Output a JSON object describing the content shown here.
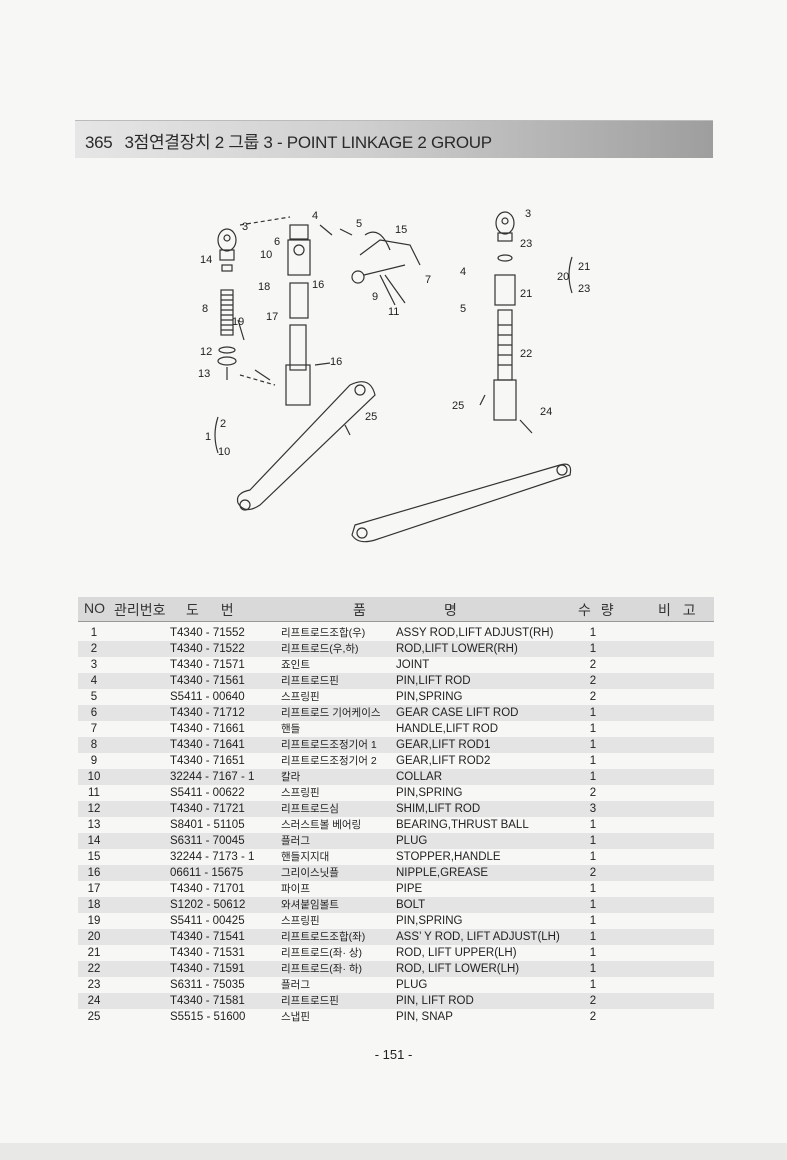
{
  "header": {
    "number": "365",
    "title": "3점연결장치 2 그룹 3 - POINT LINKAGE 2 GROUP"
  },
  "diagram": {
    "callouts": [
      "3",
      "14",
      "8",
      "19",
      "12",
      "13",
      "2",
      "1",
      "10",
      "6",
      "10",
      "18",
      "17",
      "16",
      "4",
      "5",
      "15",
      "7",
      "9",
      "11",
      "16",
      "25",
      "3",
      "23",
      "4",
      "5",
      "21",
      "22",
      "25",
      "24",
      "20",
      "21",
      "23"
    ]
  },
  "table": {
    "headers": {
      "no": "NO",
      "mgmt": "관리번호",
      "drawing": "도  번",
      "name_kr": "품",
      "name_en": "명",
      "qty": "수 량",
      "remark": "비 고"
    },
    "rows": [
      {
        "no": "1",
        "code": "T4340 - 71552",
        "kr": "리프트로드조합(우)",
        "en": "ASSY ROD,LIFT ADJUST(RH)",
        "qty": "1"
      },
      {
        "no": "2",
        "code": "T4340 - 71522",
        "kr": "리프트로드(우,하)",
        "en": "ROD,LIFT LOWER(RH)",
        "qty": "1"
      },
      {
        "no": "3",
        "code": "T4340 - 71571",
        "kr": "죠인트",
        "en": "JOINT",
        "qty": "2"
      },
      {
        "no": "4",
        "code": "T4340 - 71561",
        "kr": "리프트로드핀",
        "en": "PIN,LIFT ROD",
        "qty": "2"
      },
      {
        "no": "5",
        "code": "S5411 - 00640",
        "kr": "스프링핀",
        "en": "PIN,SPRING",
        "qty": "2"
      },
      {
        "no": "6",
        "code": "T4340 - 71712",
        "kr": "리프트로드 기어케이스",
        "en": "GEAR CASE LIFT ROD",
        "qty": "1"
      },
      {
        "no": "7",
        "code": "T4340 - 71661",
        "kr": "핸들",
        "en": "HANDLE,LIFT ROD",
        "qty": "1"
      },
      {
        "no": "8",
        "code": "T4340 - 71641",
        "kr": "리프트로드조정기어 1",
        "en": "GEAR,LIFT ROD1",
        "qty": "1"
      },
      {
        "no": "9",
        "code": "T4340 - 71651",
        "kr": "리프트로드조정기어 2",
        "en": "GEAR,LIFT ROD2",
        "qty": "1"
      },
      {
        "no": "10",
        "code": "32244 - 7167 - 1",
        "kr": "칼라",
        "en": "COLLAR",
        "qty": "1"
      },
      {
        "no": "11",
        "code": "S5411 - 00622",
        "kr": "스프링핀",
        "en": "PIN,SPRING",
        "qty": "2"
      },
      {
        "no": "12",
        "code": "T4340 - 71721",
        "kr": "리프트로드심",
        "en": "SHIM,LIFT ROD",
        "qty": "3"
      },
      {
        "no": "13",
        "code": "S8401 - 51105",
        "kr": "스러스트볼 베어링",
        "en": "BEARING,THRUST BALL",
        "qty": "1"
      },
      {
        "no": "14",
        "code": "S6311 - 70045",
        "kr": "플러그",
        "en": "PLUG",
        "qty": "1"
      },
      {
        "no": "15",
        "code": "32244 - 7173 - 1",
        "kr": "핸들지지대",
        "en": "STOPPER,HANDLE",
        "qty": "1"
      },
      {
        "no": "16",
        "code": "06611 - 15675",
        "kr": "그리이스닛플",
        "en": "NIPPLE,GREASE",
        "qty": "2"
      },
      {
        "no": "17",
        "code": "T4340 - 71701",
        "kr": "파이프",
        "en": "PIPE",
        "qty": "1"
      },
      {
        "no": "18",
        "code": "S1202 - 50612",
        "kr": "와셔붙임볼트",
        "en": "BOLT",
        "qty": "1"
      },
      {
        "no": "19",
        "code": "S5411 - 00425",
        "kr": "스프링핀",
        "en": "PIN,SPRING",
        "qty": "1"
      },
      {
        "no": "20",
        "code": "T4340 - 71541",
        "kr": "리프트로드조합(좌)",
        "en": "ASS’ Y ROD, LIFT ADJUST(LH)",
        "qty": "1"
      },
      {
        "no": "21",
        "code": "T4340 - 71531",
        "kr": "리프트로드(좌· 상)",
        "en": "ROD, LIFT UPPER(LH)",
        "qty": "1"
      },
      {
        "no": "22",
        "code": "T4340 - 71591",
        "kr": "리프트로드(좌· 하)",
        "en": "ROD, LIFT LOWER(LH)",
        "qty": "1"
      },
      {
        "no": "23",
        "code": "S6311 - 75035",
        "kr": "플러그",
        "en": "PLUG",
        "qty": "1"
      },
      {
        "no": "24",
        "code": "T4340 - 71581",
        "kr": "리프트로드핀",
        "en": "PIN, LIFT ROD",
        "qty": "2"
      },
      {
        "no": "25",
        "code": "S5515 - 51600",
        "kr": "스냅핀",
        "en": "PIN, SNAP",
        "qty": "2"
      }
    ]
  },
  "footer": {
    "page_number": "- 151 -"
  }
}
